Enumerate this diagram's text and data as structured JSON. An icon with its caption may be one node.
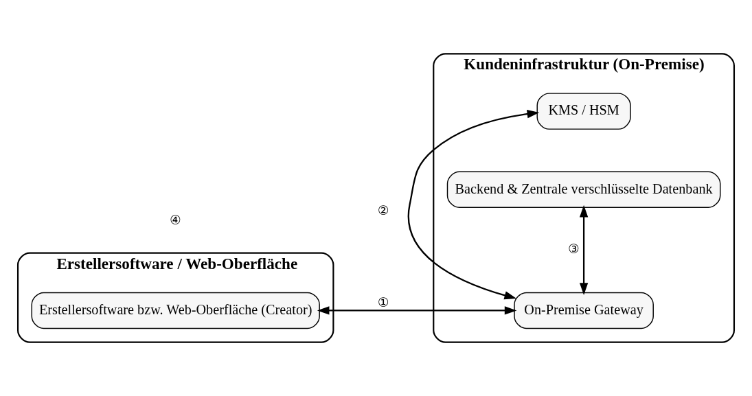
{
  "diagram": {
    "nodes": [
      {
        "text": [
          "Erstellersoftware / Web-Oberfläche"
        ]
      },
      {
        "text": [
          "Erstellersoftware bzw. Web-Oberfläche (Creator)"
        ],
        "in": 0
      },
      {
        "text": [
          "Kundeninfrastruktur (On-Premise)"
        ]
      },
      {
        "text": [
          "KMS / HSM"
        ],
        "in": 2
      },
      {
        "text": [
          "On-Premise Gateway"
        ],
        "in": 2
      },
      {
        "text": [
          "Backend & Zentrale verschlüsselte Datenbank"
        ],
        "in": 2
      }
    ],
    "edges": [
      {
        "from": 1,
        "to": 4,
        "arrow": "both",
        "label": "①"
      },
      {
        "from": 4,
        "to": 3,
        "arrow": "both",
        "label": "②"
      },
      {
        "from": 4,
        "to": 5,
        "arrow": "both",
        "label": "③"
      }
    ],
    "labels": [
      "④"
    ]
  }
}
